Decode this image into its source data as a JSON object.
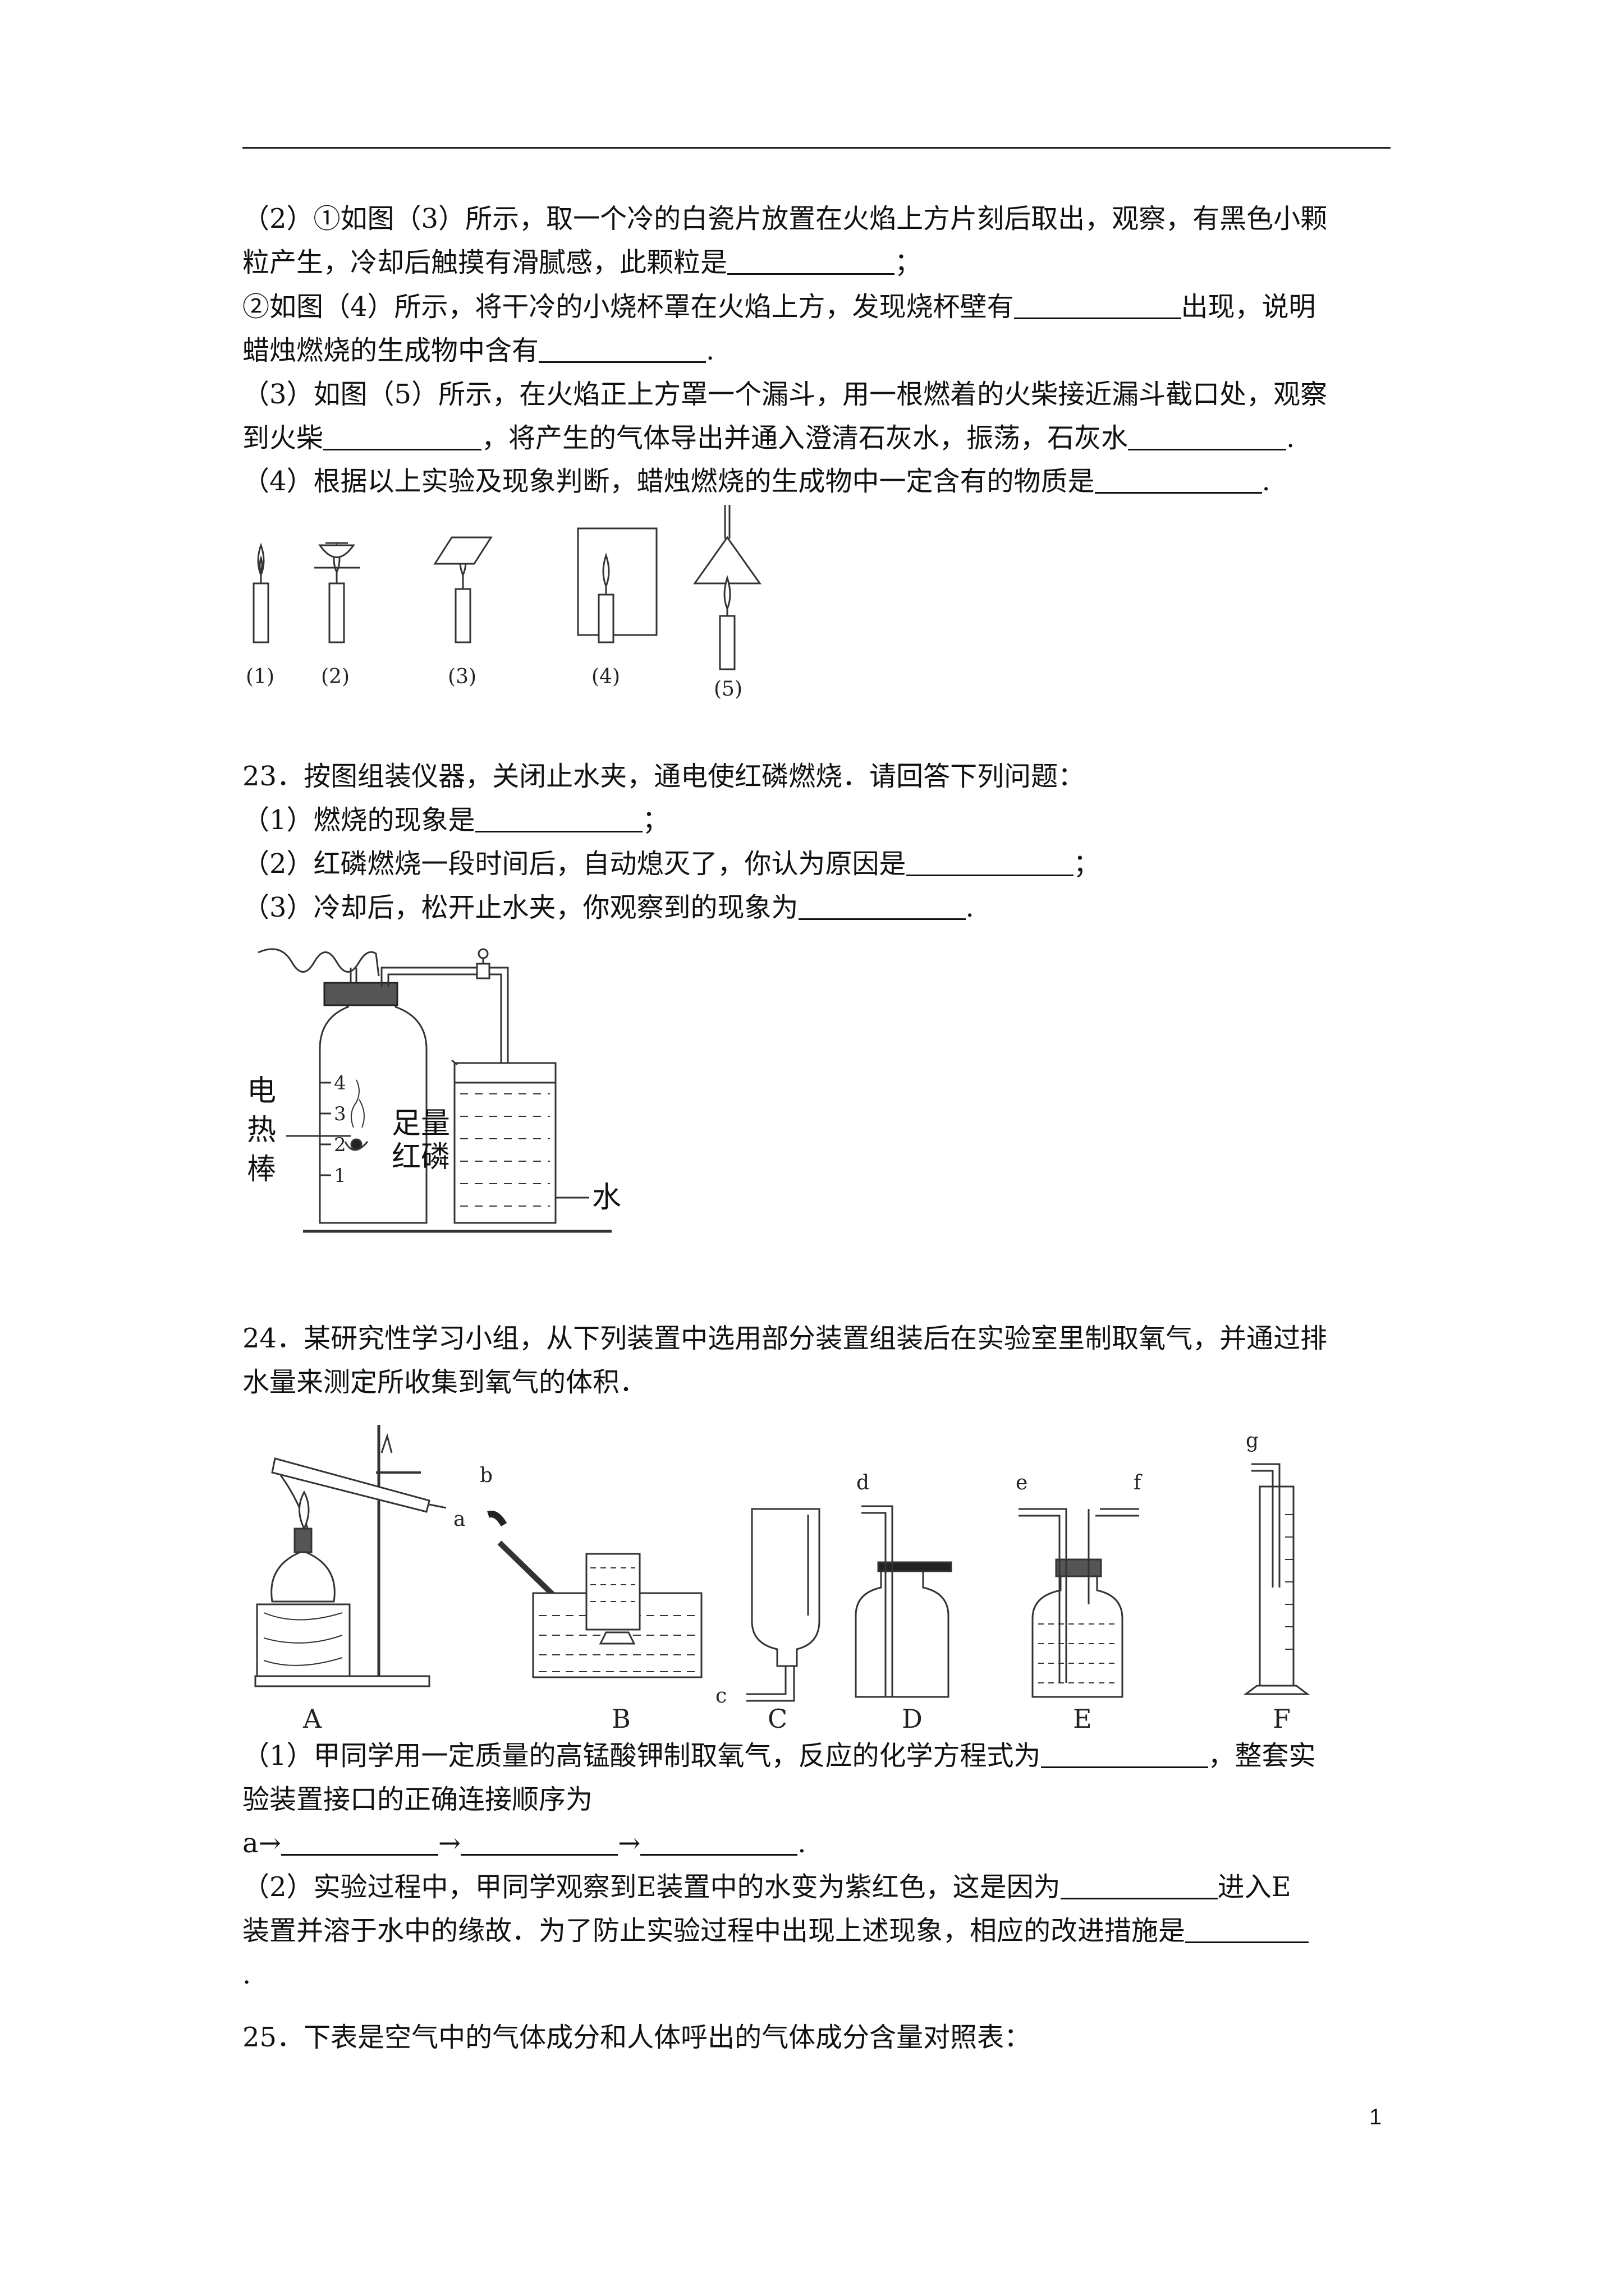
{
  "page": {
    "number": "1"
  },
  "q22": {
    "p2_1a": "（2）①如图（3）所示，取一个冷的白瓷片放置在火焰上方片刻后取出，观察，有黑色小颗",
    "p2_1b": "粒产生，冷却后触摸有滑腻感，此颗粒是",
    "p2_1b_end": "；",
    "p2_2a": "②如图（4）所示，将干冷的小烧杯罩在火焰上方，发现烧杯壁有",
    "p2_2a_end": "出现，说明",
    "p2_2b": "蜡烛燃烧的生成物中含有",
    "p2_2b_end": ".",
    "p3a": "（3）如图（5）所示，在火焰正上方罩一个漏斗，用一根燃着的火柴接近漏斗截口处，观察",
    "p3b": "到火柴",
    "p3b_mid": "，将产生的气体导出并通入澄清石灰水，振荡，石灰水",
    "p3b_end": ".",
    "p4": "（4）根据以上实验及现象判断，蜡烛燃烧的生成物中一定含有的物质是",
    "p4_end": ".",
    "figure_labels": [
      "(1)",
      "(2)",
      "(3)",
      "(4)",
      "(5)"
    ]
  },
  "q23": {
    "title": "23．按图组装仪器，关闭止水夹，通电使红磷燃烧．请回答下列问题：",
    "s1": "（1）燃烧的现象是",
    "s1_end": "；",
    "s2": "（2）红磷燃烧一段时间后，自动熄灭了，你认为原因是",
    "s2_end": "；",
    "s3": "（3）冷却后，松开止水夹，你观察到的现象为",
    "s3_end": ".",
    "figure": {
      "rod_label": [
        "电",
        "热",
        "棒"
      ],
      "phosphorus_label": [
        "足量",
        "红磷"
      ],
      "water_label": "水",
      "scale": [
        "4",
        "3",
        "2",
        "1"
      ]
    }
  },
  "q24": {
    "title_a": "24．某研究性学习小组，从下列装置中选用部分装置组装后在实验室里制取氧气，并通过排",
    "title_b": "水量来测定所收集到氧气的体积．",
    "apparatus_labels": [
      "A",
      "B",
      "C",
      "D",
      "E",
      "F"
    ],
    "port_labels": [
      "a",
      "b",
      "c",
      "d",
      "e",
      "f",
      "g"
    ],
    "s1a": "（1）甲同学用一定质量的高锰酸钾制取氧气，反应的化学方程式为",
    "s1a_end": "，整套实",
    "s1b": "验装置接口的正确连接顺序为",
    "s1c_start": "a→",
    "arrow": "→",
    "s1c_end": ".",
    "s2a": "（2）实验过程中，甲同学观察到E装置中的水变为紫红色，这是因为",
    "s2a_end": "进入E",
    "s2b": "装置并溶于水中的缘故．为了防止实验过程中出现上述现象，相应的改进措施是",
    "s2c": "."
  },
  "q25": {
    "title": "25．下表是空气中的气体成分和人体呼出的气体成分含量对照表："
  }
}
